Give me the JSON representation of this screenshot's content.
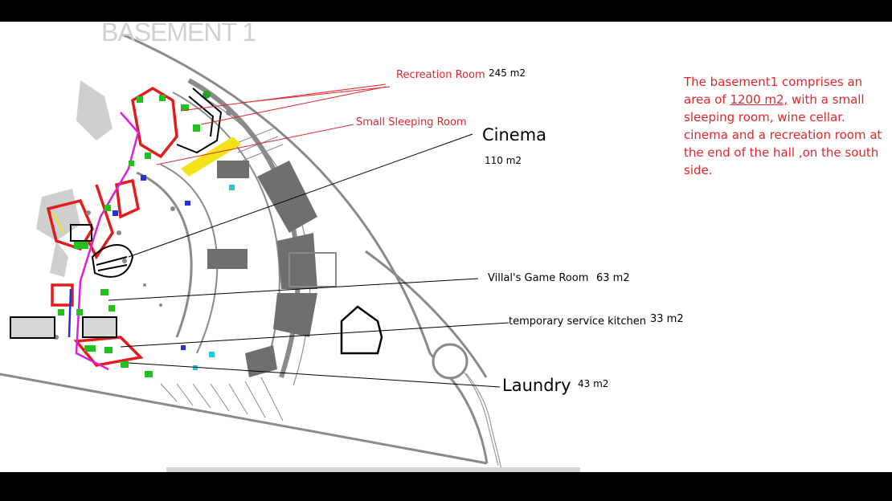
{
  "title": "BASEMENT 1",
  "labels": {
    "recreation_room": "Recreation Room",
    "recreation_area": "245 m2",
    "small_sleeping_room": "Small Sleeping Room",
    "cinema": "Cinema",
    "cinema_area": "110 m2",
    "game_room": "Villal's Game Room",
    "game_room_area": "63 m2",
    "kitchen": "temporary service kitchen",
    "kitchen_area": "33 m2",
    "laundry": "Laundry",
    "laundry_area": "43 m2"
  },
  "description": {
    "before": "The basement1 comprises an area of ",
    "highlight": "1200 m2,",
    "after": " with a small sleeping room, wine cellar. cinema and a recreation room at the end of the hall ,on the south side."
  },
  "colors": {
    "annotation_red": "#e0262b",
    "wall_red": "#e21b1b",
    "green": "#22c21e",
    "magenta": "#e01ee0",
    "yellow": "#f4e21a",
    "blue": "#2233cc",
    "cyan": "#22c8d8",
    "gray_plan": "#8a8a8a"
  }
}
